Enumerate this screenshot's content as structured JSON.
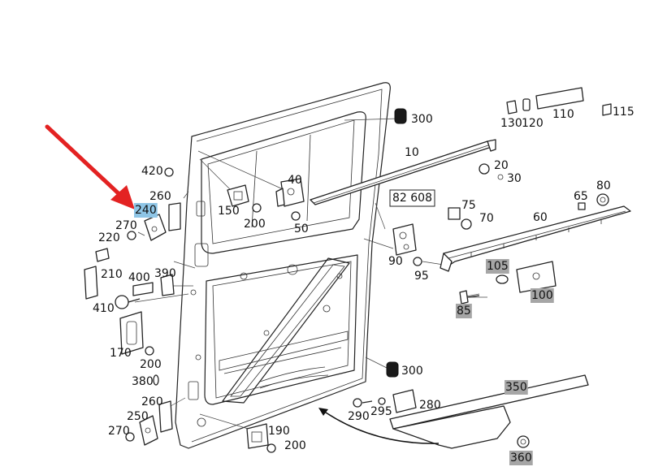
{
  "diagram": {
    "highlight_colors": {
      "blue": "#8ec5e6",
      "gray": "#a6a6a6",
      "arrow": "#e32222"
    },
    "door_panel": "sliding-door",
    "parts": [
      {
        "id": "p10",
        "label": "10",
        "hl": ""
      },
      {
        "id": "p20",
        "label": "20",
        "hl": ""
      },
      {
        "id": "p30",
        "label": "30",
        "hl": ""
      },
      {
        "id": "p40",
        "label": "40",
        "hl": ""
      },
      {
        "id": "p50",
        "label": "50",
        "hl": ""
      },
      {
        "id": "p60",
        "label": "60",
        "hl": ""
      },
      {
        "id": "p65",
        "label": "65",
        "hl": ""
      },
      {
        "id": "p70",
        "label": "70",
        "hl": ""
      },
      {
        "id": "p75",
        "label": "75",
        "hl": ""
      },
      {
        "id": "p80",
        "label": "80",
        "hl": ""
      },
      {
        "id": "p82608",
        "label": "82 608",
        "hl": "box"
      },
      {
        "id": "p85",
        "label": "85",
        "hl": "gray"
      },
      {
        "id": "p90",
        "label": "90",
        "hl": ""
      },
      {
        "id": "p95",
        "label": "95",
        "hl": ""
      },
      {
        "id": "p100",
        "label": "100",
        "hl": "gray"
      },
      {
        "id": "p105",
        "label": "105",
        "hl": "gray"
      },
      {
        "id": "p110",
        "label": "110",
        "hl": ""
      },
      {
        "id": "p115",
        "label": "115",
        "hl": ""
      },
      {
        "id": "p120",
        "label": "120",
        "hl": ""
      },
      {
        "id": "p130",
        "label": "130",
        "hl": ""
      },
      {
        "id": "p150",
        "label": "150",
        "hl": ""
      },
      {
        "id": "p170",
        "label": "170",
        "hl": ""
      },
      {
        "id": "p190",
        "label": "190",
        "hl": ""
      },
      {
        "id": "p200a",
        "label": "200",
        "hl": ""
      },
      {
        "id": "p200b",
        "label": "200",
        "hl": ""
      },
      {
        "id": "p200c",
        "label": "200",
        "hl": ""
      },
      {
        "id": "p210",
        "label": "210",
        "hl": ""
      },
      {
        "id": "p220",
        "label": "220",
        "hl": ""
      },
      {
        "id": "p240",
        "label": "240",
        "hl": "blue"
      },
      {
        "id": "p250",
        "label": "250",
        "hl": ""
      },
      {
        "id": "p260a",
        "label": "260",
        "hl": ""
      },
      {
        "id": "p260b",
        "label": "260",
        "hl": ""
      },
      {
        "id": "p270a",
        "label": "270",
        "hl": ""
      },
      {
        "id": "p270b",
        "label": "270",
        "hl": ""
      },
      {
        "id": "p280",
        "label": "280",
        "hl": ""
      },
      {
        "id": "p290",
        "label": "290",
        "hl": ""
      },
      {
        "id": "p295",
        "label": "295",
        "hl": ""
      },
      {
        "id": "p300a",
        "label": "300",
        "hl": ""
      },
      {
        "id": "p300b",
        "label": "300",
        "hl": ""
      },
      {
        "id": "p350",
        "label": "350",
        "hl": "gray"
      },
      {
        "id": "p360",
        "label": "360",
        "hl": "gray"
      },
      {
        "id": "p380",
        "label": "380",
        "hl": ""
      },
      {
        "id": "p390",
        "label": "390",
        "hl": ""
      },
      {
        "id": "p400",
        "label": "400",
        "hl": ""
      },
      {
        "id": "p410",
        "label": "410",
        "hl": ""
      },
      {
        "id": "p420",
        "label": "420",
        "hl": ""
      }
    ]
  }
}
